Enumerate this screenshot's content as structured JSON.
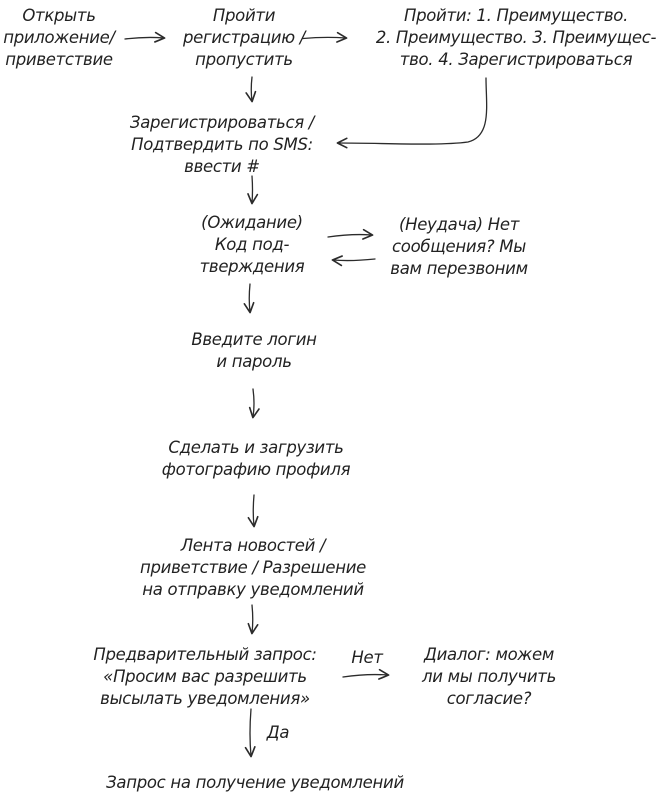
{
  "flowchart": {
    "title": "App onboarding / registration user flow",
    "ink_color": "#2b2b2b",
    "background_color": "#ffffff",
    "nodes": {
      "open_app": {
        "lines": [
          "Открыть",
          "приложение/",
          "приветствие"
        ]
      },
      "register_or_skip": {
        "lines": [
          "Пройти",
          "регистрацию /",
          "пропустить"
        ]
      },
      "onboarding_benefits": {
        "lines": [
          "Пройти: 1. Преимущество.",
          "2. Преимущество. 3. Преимущес-",
          "тво. 4. Зарегистрироваться"
        ]
      },
      "sms_confirm": {
        "lines": [
          "Зарегистрироваться /",
          "Подтвердить по SMS:",
          "ввести #"
        ]
      },
      "waiting_code": {
        "lines": [
          "(Ожидание)",
          "Код под-",
          "тверждения"
        ]
      },
      "failure_callback": {
        "lines": [
          "(Неудача) Нет",
          "сообщения? Мы",
          "вам перезвоним"
        ]
      },
      "login_password": {
        "lines": [
          "Введите логин",
          "и пароль"
        ]
      },
      "profile_photo": {
        "lines": [
          "Сделать и загрузить",
          "фотографию профиля"
        ]
      },
      "news_feed": {
        "lines": [
          "Лента новостей /",
          "приветствие / Разрешение",
          "на отправку уведомлений"
        ]
      },
      "pre_request": {
        "lines": [
          "Предварительный запрос:",
          "«Просим вас разрешить",
          "высылать уведомления»"
        ]
      },
      "dialog_consent": {
        "lines": [
          "Диалог: можем",
          "ли мы получить",
          "согласие?"
        ]
      },
      "notification_request": {
        "lines": [
          "Запрос на получение уведомлений"
        ]
      }
    },
    "edges": [
      {
        "from": "open_app",
        "to": "register_or_skip",
        "label": ""
      },
      {
        "from": "register_or_skip",
        "to": "onboarding_benefits",
        "label": ""
      },
      {
        "from": "register_or_skip",
        "to": "sms_confirm",
        "label": ""
      },
      {
        "from": "onboarding_benefits",
        "to": "sms_confirm",
        "label": ""
      },
      {
        "from": "sms_confirm",
        "to": "waiting_code",
        "label": ""
      },
      {
        "from": "waiting_code",
        "to": "failure_callback",
        "label": ""
      },
      {
        "from": "failure_callback",
        "to": "waiting_code",
        "label": ""
      },
      {
        "from": "waiting_code",
        "to": "login_password",
        "label": ""
      },
      {
        "from": "login_password",
        "to": "profile_photo",
        "label": ""
      },
      {
        "from": "profile_photo",
        "to": "news_feed",
        "label": ""
      },
      {
        "from": "news_feed",
        "to": "pre_request",
        "label": ""
      },
      {
        "from": "pre_request",
        "to": "dialog_consent",
        "label": "Нет"
      },
      {
        "from": "pre_request",
        "to": "notification_request",
        "label": "Да"
      }
    ]
  }
}
